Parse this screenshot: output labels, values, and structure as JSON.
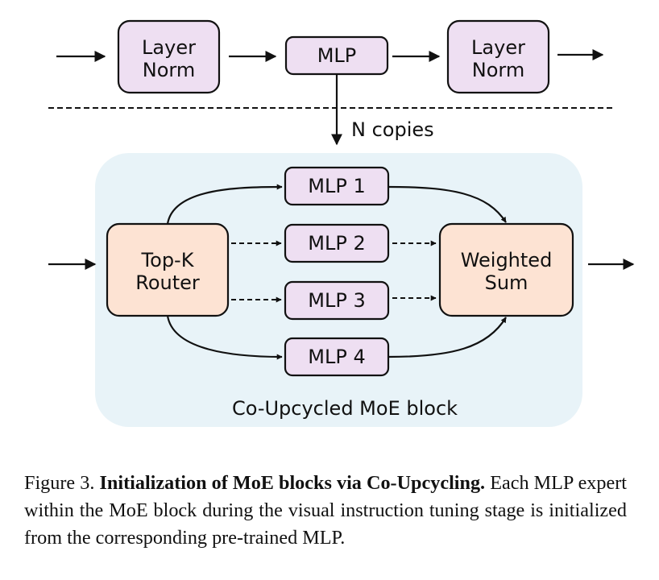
{
  "diagram": {
    "top": {
      "layernorm_left": [
        "Layer",
        "Norm"
      ],
      "mlp": "MLP",
      "layernorm_right": [
        "Layer",
        "Norm"
      ]
    },
    "copies_label": "N copies",
    "moe_block_label": "Co-Upcycled MoE block",
    "router": [
      "Top-K",
      "Router"
    ],
    "experts": [
      "MLP 1",
      "MLP 2",
      "MLP 3",
      "MLP 4"
    ],
    "weighted_sum": [
      "Weighted",
      "Sum"
    ],
    "colors": {
      "norm_mlp_fill": "#eedff2",
      "router_sum_fill": "#fde3d3",
      "moe_background": "#e8f3f8",
      "stroke": "#111111"
    }
  },
  "caption": {
    "figure_label": "Figure 3.",
    "bold_title": "Initialization of MoE blocks via Co-Upcycling.",
    "body": "Each MLP expert within the MoE block during the visual instruction tuning stage is initialized from the corresponding pre-trained MLP."
  }
}
